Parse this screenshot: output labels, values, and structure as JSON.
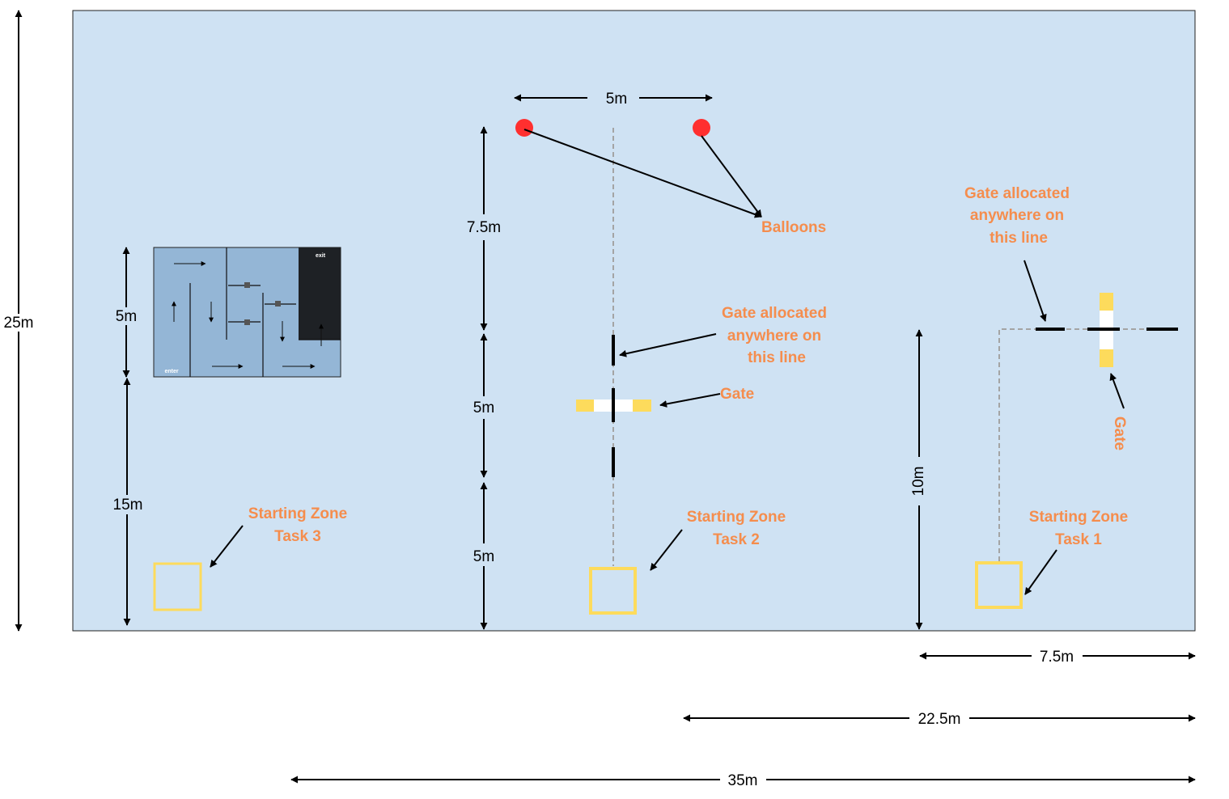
{
  "colors": {
    "field": "#cfe2f3",
    "maze": "#94b6d6",
    "maze_exit": "#1e2125",
    "annotation": "#f58d4d",
    "zone": "#fddb5c",
    "balloon": "#ff2f2f",
    "guide_line": "#a4a4a4"
  },
  "dimensions": {
    "field_height": "25m",
    "field_width": "35m",
    "task3_span": "22.5m",
    "task1_span": "7.5m",
    "maze_height": "5m",
    "maze_offset": "15m",
    "balloon_spacing": "5m",
    "task2_top": "7.5m",
    "task2_middle": "5m",
    "task2_bottom": "5m",
    "task1_height": "10m"
  },
  "labels": {
    "balloons": "Balloons",
    "gate_line_line1": "Gate allocated",
    "gate_line_line2": "anywhere on",
    "gate_line_line3": "this line",
    "gate": "Gate",
    "starting_zone": "Starting Zone",
    "task1": "Task 1",
    "task2": "Task 2",
    "task3": "Task 3",
    "maze_exit": "exit",
    "maze_enter": "enter"
  },
  "icons": [
    "arrow-head-icon",
    "balloon-icon",
    "gate-icon",
    "starting-zone-icon",
    "maze-icon"
  ]
}
